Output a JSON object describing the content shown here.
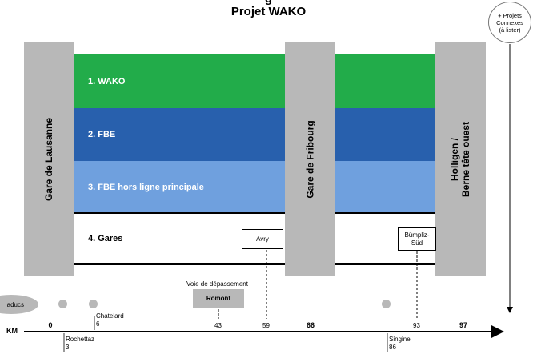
{
  "header": {
    "title_partial": "g",
    "title": "Projet WAKO"
  },
  "bands": [
    {
      "label": "1. WAKO",
      "color": "#22ac4a"
    },
    {
      "label": "2. FBE",
      "color": "#2860ad"
    },
    {
      "label": "3. FBE hors ligne principale",
      "color": "#6fa0de"
    },
    {
      "label": "4. Gares",
      "color": "#ffffff"
    }
  ],
  "stations": {
    "lausanne": "Gare de Lausanne",
    "fribourg": "Gare de Fribourg",
    "holligen_line1": "Holligen /",
    "holligen_line2": "Berne tête ouest"
  },
  "gares_boxes": {
    "avry": "Avry",
    "bumpliz_line1": "Bümpliz-",
    "bumpliz_line2": "Süd"
  },
  "connexes": {
    "line1": "+ Projets",
    "line2": "Connexes",
    "line3": "(à lister)"
  },
  "below": {
    "voie_label": "Voie de dépassement",
    "romont": "Romont",
    "viaducs": "aducs"
  },
  "timeline": {
    "km_label": "KM",
    "km_0": "0",
    "km_66": "66",
    "km_97": "97",
    "km_43": "43",
    "km_59": "59",
    "km_93": "93",
    "chatelard": "Chatelard",
    "chatelard_km": "6",
    "rochettaz": "Rochettaz",
    "rochettaz_km": "3",
    "singine": "Singine",
    "singine_km": "86"
  }
}
